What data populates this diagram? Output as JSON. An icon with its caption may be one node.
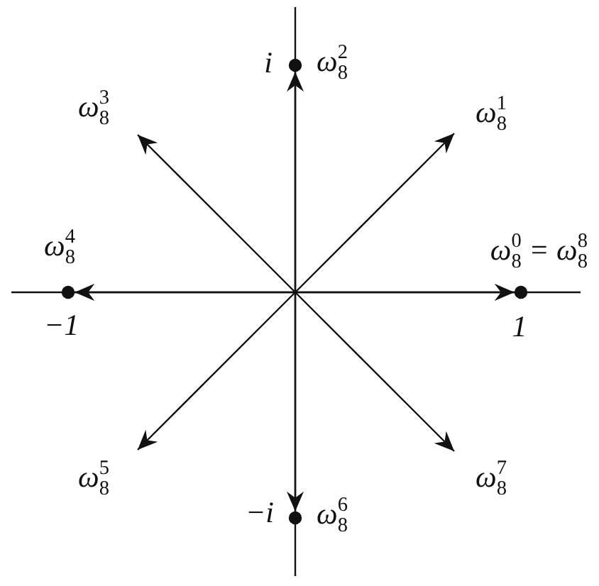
{
  "diagram": {
    "nodes": [
      {
        "text": [],
        "shape": "circle",
        "beside": [
          "i",
          "ω$_{8}$$^{2}$"
        ]
      },
      {
        "text": [
          "ω$_{8}$$^{3}$"
        ]
      },
      {
        "text": [
          "ω$_{8}$$^{1}$"
        ]
      },
      {
        "text": [],
        "shape": "circle",
        "beside": [
          "ω$_{8}$$^{4}$",
          "−1"
        ]
      },
      {
        "text": [],
        "shape": "circle",
        "beside": [
          "ω$_{8}$$^{0}$ = ω$_{8}$$^{8}$",
          "1"
        ]
      },
      {
        "text": [
          "ω$_{8}$$^{5}$"
        ]
      },
      {
        "text": [
          "ω$_{8}$$^{7}$"
        ]
      },
      {
        "text": [],
        "shape": "circle",
        "beside": [
          "−i",
          "ω$_{8}$$^{6}$"
        ]
      }
    ],
    "edges": [
      {
        "from": null,
        "to": 4,
        "arrow": "to"
      },
      {
        "from": null,
        "to": 2,
        "arrow": "to"
      },
      {
        "from": null,
        "to": 0,
        "arrow": "to"
      },
      {
        "from": null,
        "to": 1,
        "arrow": "to"
      },
      {
        "from": null,
        "to": 3,
        "arrow": "to"
      },
      {
        "from": null,
        "to": 5,
        "arrow": "to"
      },
      {
        "from": null,
        "to": 7,
        "arrow": "to"
      },
      {
        "from": null,
        "to": 6,
        "arrow": "to"
      }
    ]
  }
}
